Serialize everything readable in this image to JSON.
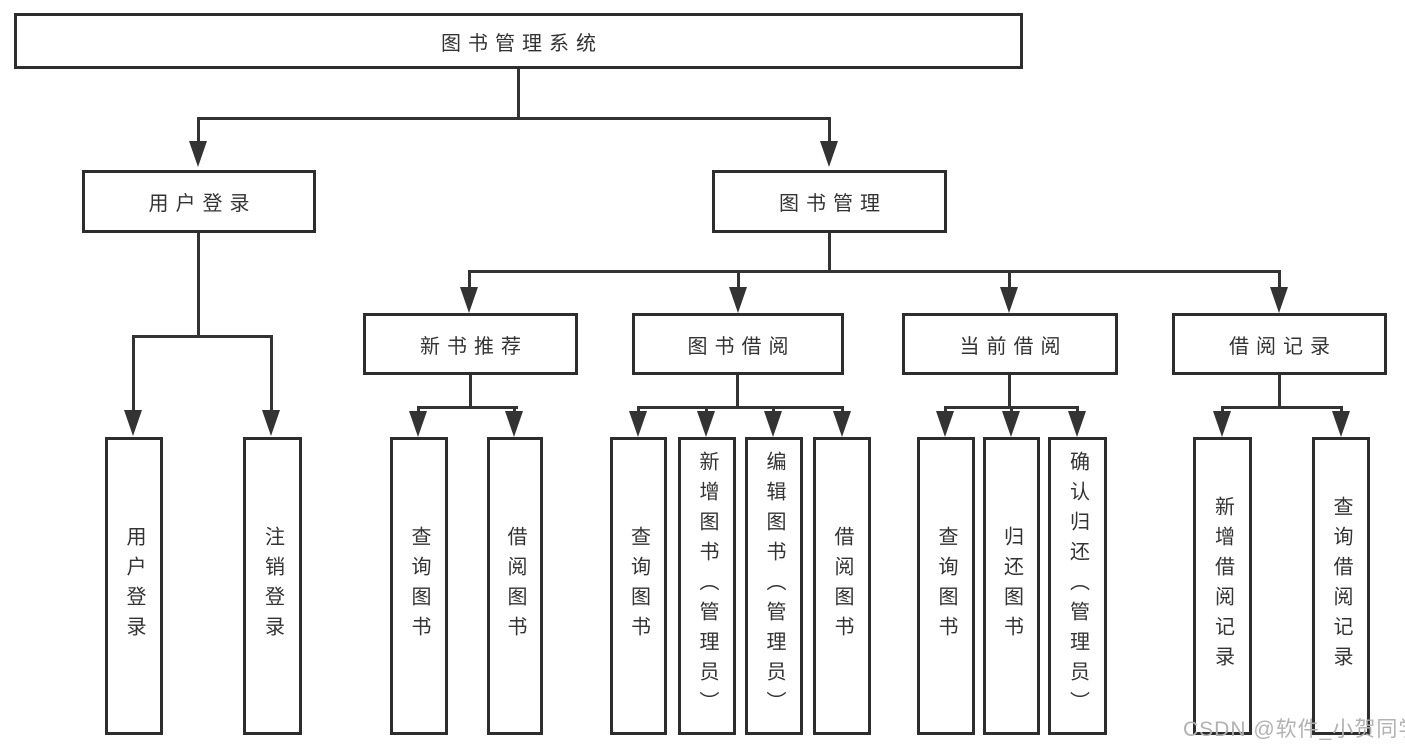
{
  "tree": {
    "root": "图书管理系统",
    "branches": [
      {
        "label": "用户登录",
        "children": [
          "用户登录",
          "注销登录"
        ]
      },
      {
        "label": "图书管理",
        "sections": [
          {
            "label": "新书推荐",
            "children": [
              "查询图书",
              "借阅图书"
            ]
          },
          {
            "label": "图书借阅",
            "children": [
              "查询图书",
              "新增图书（管理员）",
              "编辑图书（管理员）",
              "借阅图书"
            ]
          },
          {
            "label": "当前借阅",
            "children": [
              "查询图书",
              "归还图书",
              "确认归还（管理员）"
            ]
          },
          {
            "label": "借阅记录",
            "children": [
              "新增借阅记录",
              "查询借阅记录"
            ]
          }
        ]
      }
    ]
  },
  "watermark": "CSDN @软件_小贺同学",
  "colors": {
    "line": "#333333",
    "box_border": "#2d2d2d",
    "text": "#333333",
    "watermark": "#b2b2b2",
    "background": "#ffffff"
  }
}
